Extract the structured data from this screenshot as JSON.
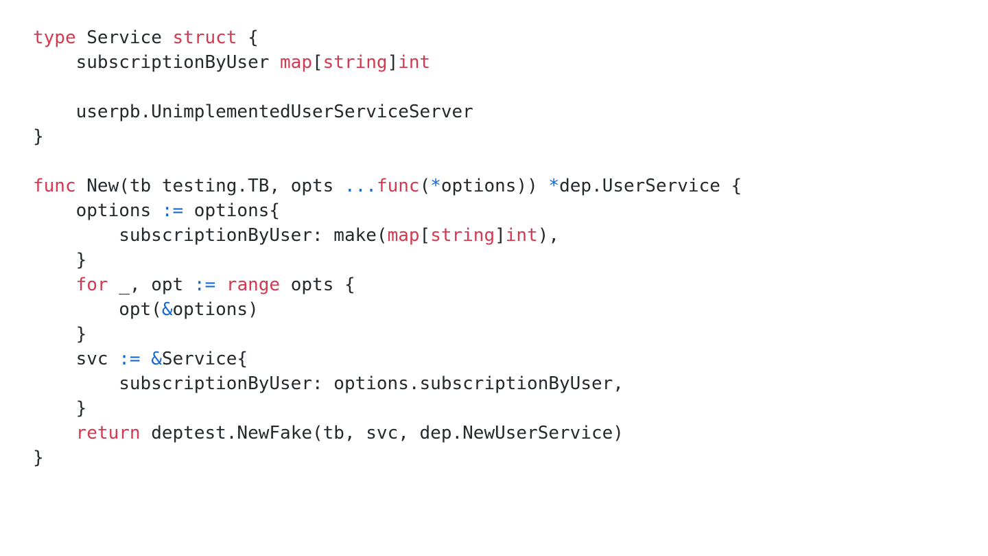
{
  "page": {
    "background": "#ffffff"
  },
  "code": {
    "language": "go",
    "colors": {
      "plain": "#24292e",
      "keyword": "#d4394f",
      "operator": "#1567d1"
    },
    "lines": [
      {
        "tokens": [
          {
            "c": "keyword",
            "t": "type"
          },
          {
            "c": "plain",
            "t": " Service "
          },
          {
            "c": "keyword",
            "t": "struct"
          },
          {
            "c": "plain",
            "t": " {"
          }
        ]
      },
      {
        "tokens": [
          {
            "c": "plain",
            "t": "    subscriptionByUser "
          },
          {
            "c": "keyword",
            "t": "map"
          },
          {
            "c": "plain",
            "t": "["
          },
          {
            "c": "keyword",
            "t": "string"
          },
          {
            "c": "plain",
            "t": "]"
          },
          {
            "c": "keyword",
            "t": "int"
          }
        ]
      },
      {
        "tokens": []
      },
      {
        "tokens": [
          {
            "c": "plain",
            "t": "    userpb.UnimplementedUserServiceServer"
          }
        ]
      },
      {
        "tokens": [
          {
            "c": "plain",
            "t": "}"
          }
        ]
      },
      {
        "tokens": []
      },
      {
        "tokens": [
          {
            "c": "keyword",
            "t": "func"
          },
          {
            "c": "plain",
            "t": " New(tb testing.TB, opts "
          },
          {
            "c": "operator",
            "t": "..."
          },
          {
            "c": "keyword",
            "t": "func"
          },
          {
            "c": "plain",
            "t": "("
          },
          {
            "c": "operator",
            "t": "*"
          },
          {
            "c": "plain",
            "t": "options)) "
          },
          {
            "c": "operator",
            "t": "*"
          },
          {
            "c": "plain",
            "t": "dep.UserService {"
          }
        ]
      },
      {
        "tokens": [
          {
            "c": "plain",
            "t": "    options "
          },
          {
            "c": "operator",
            "t": ":="
          },
          {
            "c": "plain",
            "t": " options{"
          }
        ]
      },
      {
        "tokens": [
          {
            "c": "plain",
            "t": "        subscriptionByUser: make("
          },
          {
            "c": "keyword",
            "t": "map"
          },
          {
            "c": "plain",
            "t": "["
          },
          {
            "c": "keyword",
            "t": "string"
          },
          {
            "c": "plain",
            "t": "]"
          },
          {
            "c": "keyword",
            "t": "int"
          },
          {
            "c": "plain",
            "t": "),"
          }
        ]
      },
      {
        "tokens": [
          {
            "c": "plain",
            "t": "    }"
          }
        ]
      },
      {
        "tokens": [
          {
            "c": "plain",
            "t": "    "
          },
          {
            "c": "keyword",
            "t": "for"
          },
          {
            "c": "plain",
            "t": " _, opt "
          },
          {
            "c": "operator",
            "t": ":="
          },
          {
            "c": "plain",
            "t": " "
          },
          {
            "c": "keyword",
            "t": "range"
          },
          {
            "c": "plain",
            "t": " opts {"
          }
        ]
      },
      {
        "tokens": [
          {
            "c": "plain",
            "t": "        opt("
          },
          {
            "c": "operator",
            "t": "&"
          },
          {
            "c": "plain",
            "t": "options)"
          }
        ]
      },
      {
        "tokens": [
          {
            "c": "plain",
            "t": "    }"
          }
        ]
      },
      {
        "tokens": [
          {
            "c": "plain",
            "t": "    svc "
          },
          {
            "c": "operator",
            "t": ":="
          },
          {
            "c": "plain",
            "t": " "
          },
          {
            "c": "operator",
            "t": "&"
          },
          {
            "c": "plain",
            "t": "Service{"
          }
        ]
      },
      {
        "tokens": [
          {
            "c": "plain",
            "t": "        subscriptionByUser: options.subscriptionByUser,"
          }
        ]
      },
      {
        "tokens": [
          {
            "c": "plain",
            "t": "    }"
          }
        ]
      },
      {
        "tokens": [
          {
            "c": "plain",
            "t": "    "
          },
          {
            "c": "keyword",
            "t": "return"
          },
          {
            "c": "plain",
            "t": " deptest.NewFake(tb, svc, dep.NewUserService)"
          }
        ]
      },
      {
        "tokens": [
          {
            "c": "plain",
            "t": "}"
          }
        ]
      }
    ]
  }
}
